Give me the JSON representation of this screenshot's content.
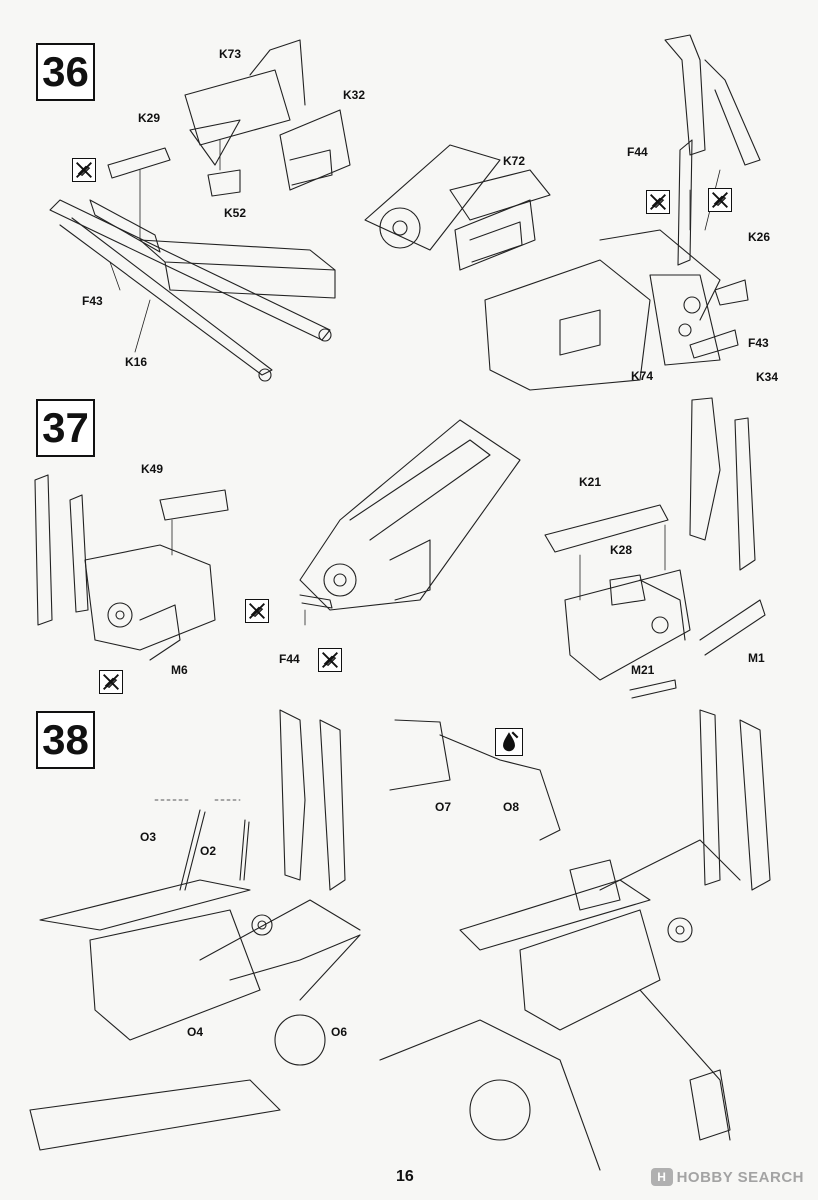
{
  "steps": [
    {
      "number": "36"
    },
    {
      "number": "37"
    },
    {
      "number": "38"
    }
  ],
  "parts": {
    "s36": [
      "K73",
      "K32",
      "K29",
      "K52",
      "K72",
      "F44",
      "K26",
      "F43",
      "K16",
      "F43",
      "K74",
      "K34"
    ],
    "s37": [
      "K49",
      "K21",
      "K28",
      "M6",
      "F44",
      "M21",
      "M1"
    ],
    "s38": [
      "O7",
      "O8",
      "O3",
      "O2",
      "O4",
      "O6"
    ]
  },
  "icons": {
    "glue": "cement-do-not-glue-icon",
    "paint": "paint-drop-icon"
  },
  "footer": {
    "page_number": "16",
    "watermark_logo": "H",
    "watermark_text": "HOBBY SEARCH"
  }
}
